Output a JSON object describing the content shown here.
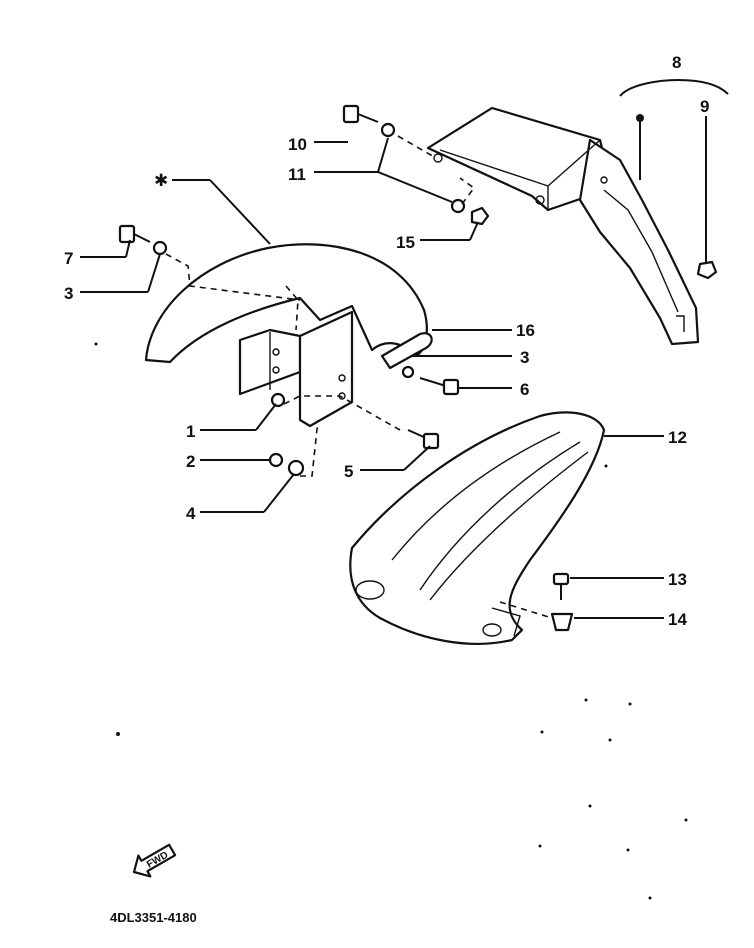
{
  "callouts": {
    "c1": "1",
    "c2": "2",
    "c3a": "3",
    "c3b": "3",
    "c4": "4",
    "c5": "5",
    "c6": "6",
    "c7": "7",
    "c8": "8",
    "c9": "9",
    "c10": "10",
    "c11": "11",
    "c12": "12",
    "c13": "13",
    "c14": "14",
    "c15": "15",
    "c16": "16"
  },
  "diagram_code": "4DL3351-4180",
  "fwd_label": "FWD",
  "star_mark": "✱"
}
